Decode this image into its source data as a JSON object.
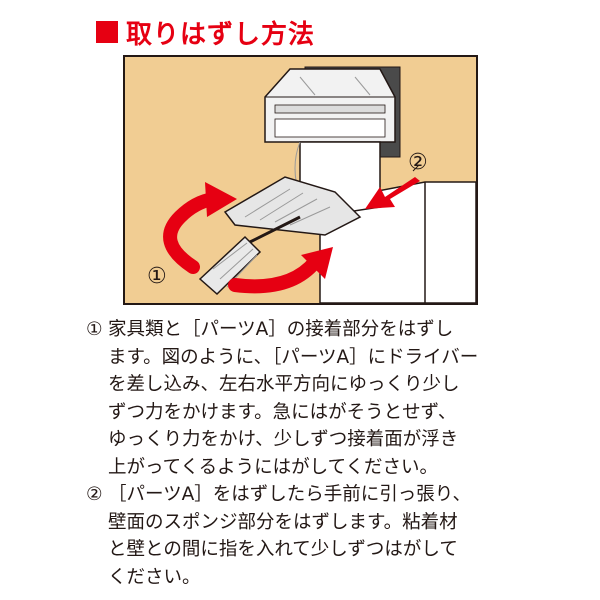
{
  "heading": {
    "text": "取りはずし方法",
    "marker_color": "#e60012",
    "text_color": "#e60012"
  },
  "figure": {
    "wall_color": "#f1cd93",
    "arrow_color": "#e60012",
    "callout_1": "①",
    "callout_2": "②"
  },
  "steps": [
    {
      "number": "①",
      "text": "家具類と［パーツA］の接着部分をはずし\nます。図のように、［パーツA］にドライバー\nを差し込み、左右水平方向にゆっくり少し\nずつ力をかけます。急にはがそうとせず、\nゆっくり力をかけ、少しずつ接着面が浮き\n上がってくるようにはがしてください。"
    },
    {
      "number": "②",
      "text": "［パーツA］をはずしたら手前に引っ張り、\n壁面のスポンジ部分をはずします。粘着材\nと壁との間に指を入れて少しずつはがして\nください。"
    }
  ]
}
